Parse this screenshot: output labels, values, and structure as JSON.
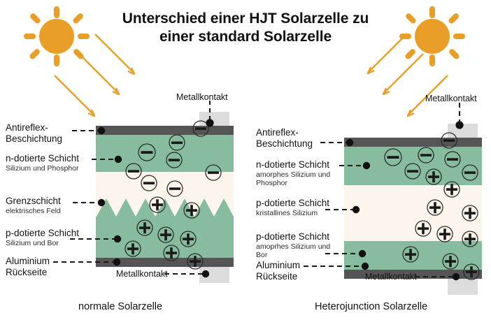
{
  "title": "Unterschied einer HJT Solarzelle zu einer standard Solarzelle",
  "title_line1": "Unterschied einer HJT Solarzelle zu",
  "title_line2": "einer standard Solarzelle",
  "colors": {
    "sun": "#E99F27",
    "ray_arrow": "#E99F27",
    "doped_layer_green": "#87BC9F",
    "junction_cream": "#FBF5EC",
    "contact_bar_dark": "#555555",
    "contact_pad_light": "#DCDCDC",
    "text": "#121212",
    "background": "#FFFFFF"
  },
  "icons": {
    "sun_left": "sun-icon",
    "sun_right": "sun-icon",
    "ray_arrows_left": "arrow-down-right-icon",
    "ray_arrows_right": "arrow-down-left-icon",
    "electron": "minus-charge-icon",
    "hole": "plus-charge-icon"
  },
  "left_cell": {
    "caption": "normale Solarzelle",
    "metal_contact_top": "Metallkontakt",
    "metal_contact_bottom": "Metallkontakt",
    "labels": [
      {
        "main": "Antireflex-",
        "main2": "Beschichtung",
        "sub": ""
      },
      {
        "main": "n-dotierte Schicht",
        "main2": "",
        "sub": "Silizium und Phosphor"
      },
      {
        "main": "Grenzschicht",
        "main2": "",
        "sub": "elektrisches Feld"
      },
      {
        "main": "p-dotierte Schicht",
        "main2": "",
        "sub": "Silizium und Bor"
      },
      {
        "main": "Aluminium",
        "main2": "Rückseite",
        "sub": ""
      }
    ],
    "layers": [
      {
        "name": "Antireflex-Beschichtung",
        "kind": "dark-bar"
      },
      {
        "name": "n-dotierte Schicht",
        "kind": "green-zigzag-bottom"
      },
      {
        "name": "Grenzschicht",
        "kind": "cream"
      },
      {
        "name": "p-dotierte Schicht",
        "kind": "green-zigzag-top"
      },
      {
        "name": "Aluminium Rückseite",
        "kind": "dark-bar"
      }
    ],
    "electron_count": 7,
    "hole_count": 9,
    "zigzag_teeth": 7
  },
  "right_cell": {
    "caption": "Heterojunction Solarzelle",
    "metal_contact_top": "Metallkontakt",
    "metal_contact_bottom": "Metallkontakt",
    "labels": [
      {
        "main": "Antireflex-",
        "main2": "Beschichtung",
        "sub": ""
      },
      {
        "main": "n-dotierte Schicht",
        "main2": "",
        "sub": "amorphes Silizium und Phosphor"
      },
      {
        "main": "p-dotierte Schicht",
        "main2": "",
        "sub": "kristallines Silizium"
      },
      {
        "main": "p-dotierte Schicht",
        "main2": "",
        "sub": "amoprhes Silizium und Bor"
      },
      {
        "main": "Aluminium",
        "main2": "Rückseite",
        "sub": ""
      }
    ],
    "layers": [
      {
        "name": "Antireflex-Beschichtung",
        "kind": "dark-bar"
      },
      {
        "name": "n-dotierte Schicht",
        "kind": "green-flat"
      },
      {
        "name": "p-dotierte Schicht kristallin",
        "kind": "cream"
      },
      {
        "name": "p-dotierte Schicht amorph",
        "kind": "green-flat"
      },
      {
        "name": "Aluminium Rückseite",
        "kind": "dark-bar"
      }
    ],
    "electron_count": 6,
    "hole_count": 9,
    "zigzag_teeth": 0
  }
}
